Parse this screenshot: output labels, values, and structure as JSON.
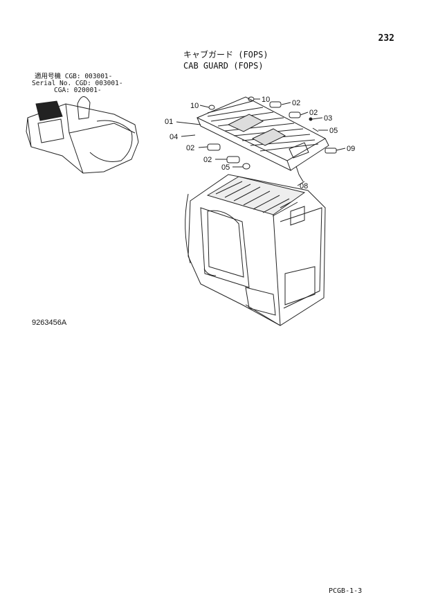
{
  "page_number": "232",
  "title_jp": "キャブガード (FOPS)",
  "title_en": "CAB GUARD (FOPS)",
  "serial": {
    "line1": "適用号機  CGB: 003001-",
    "line2": "Serial No. CGD: 003001-",
    "line3": "CGA: 020001-"
  },
  "illustration_number": "9263456A",
  "page_code": "PCGB-1-3",
  "callouts": {
    "c10a": "10",
    "c10b": "10",
    "c02a": "02",
    "c02b": "02",
    "c03": "03",
    "c01": "01",
    "c05a": "05",
    "c04": "04",
    "c02c": "02",
    "c09": "09",
    "c02d": "02",
    "c05b": "05",
    "c08": "08"
  }
}
